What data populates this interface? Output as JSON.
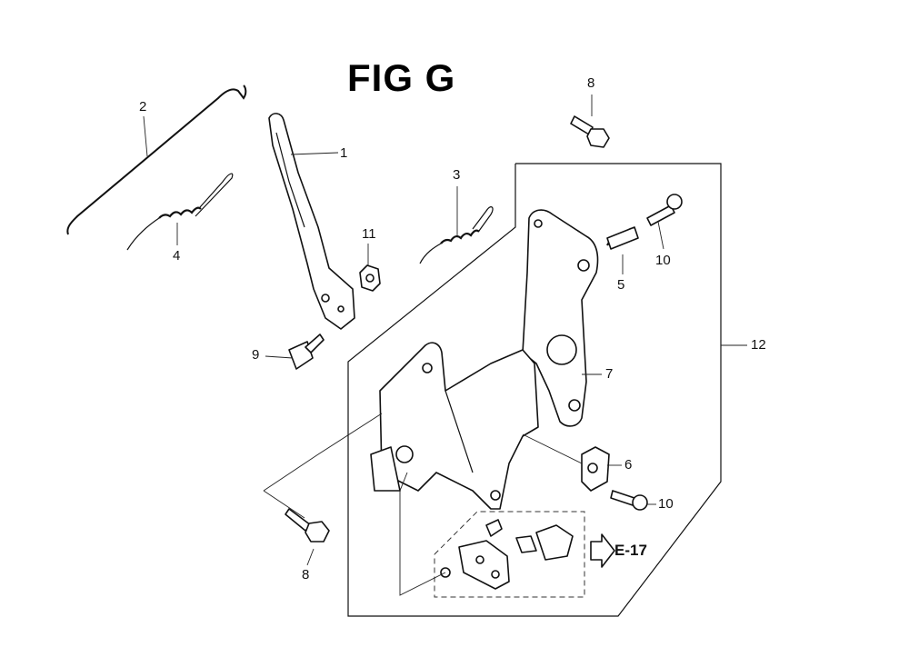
{
  "title": "FIG G",
  "callouts": [
    {
      "id": "c2",
      "label": "2"
    },
    {
      "id": "c1",
      "label": "1"
    },
    {
      "id": "c4",
      "label": "4"
    },
    {
      "id": "c3",
      "label": "3"
    },
    {
      "id": "c11",
      "label": "11"
    },
    {
      "id": "c9",
      "label": "9"
    },
    {
      "id": "c8top",
      "label": "8"
    },
    {
      "id": "c10top",
      "label": "10"
    },
    {
      "id": "c5",
      "label": "5"
    },
    {
      "id": "c12",
      "label": "12"
    },
    {
      "id": "c7",
      "label": "7"
    },
    {
      "id": "c6",
      "label": "6"
    },
    {
      "id": "c10bot",
      "label": "10"
    },
    {
      "id": "c8bot",
      "label": "8"
    }
  ],
  "reference": "E-17"
}
